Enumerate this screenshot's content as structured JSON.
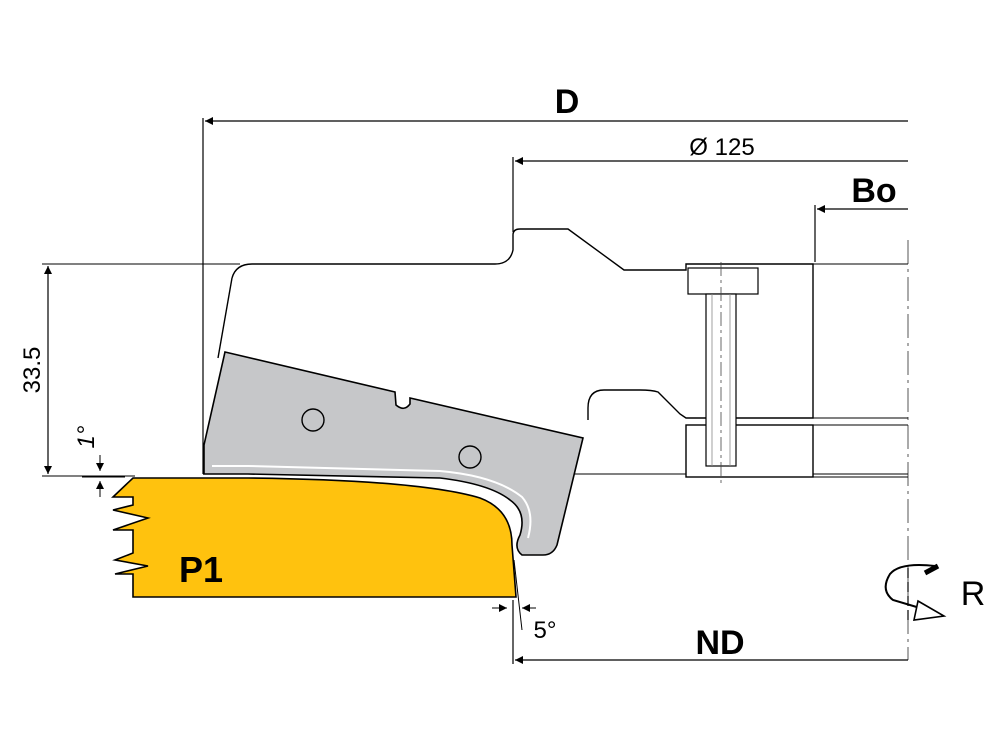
{
  "labels": {
    "diameter_D": "D",
    "cutter_diameter": "Ø 125",
    "bore": "Bo",
    "height": "33.5",
    "angle_top": "1°",
    "profile": "P1",
    "angle_bottom": "5°",
    "nominal_diameter": "ND",
    "rotation": "R"
  },
  "colors": {
    "workpiece": "#FFC20E",
    "knife": "#C6C7C9",
    "line": "#000000",
    "guide": "#999999"
  },
  "icons": {
    "rotation": "rotation-arrow-icon"
  }
}
